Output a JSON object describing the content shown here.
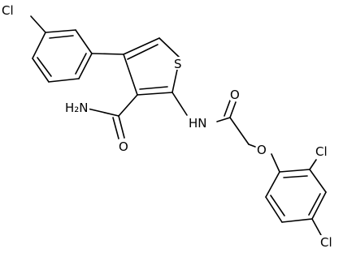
{
  "molecule": {
    "atoms": {
      "cl_top": "Cl",
      "sulfur": "S",
      "oxygen_amide": "O",
      "nh_amide": "HN",
      "h2n": "H₂N",
      "oxygen_carbonyl": "O",
      "oxygen_ether": "O",
      "cl_ortho": "Cl",
      "cl_para": "Cl"
    }
  }
}
